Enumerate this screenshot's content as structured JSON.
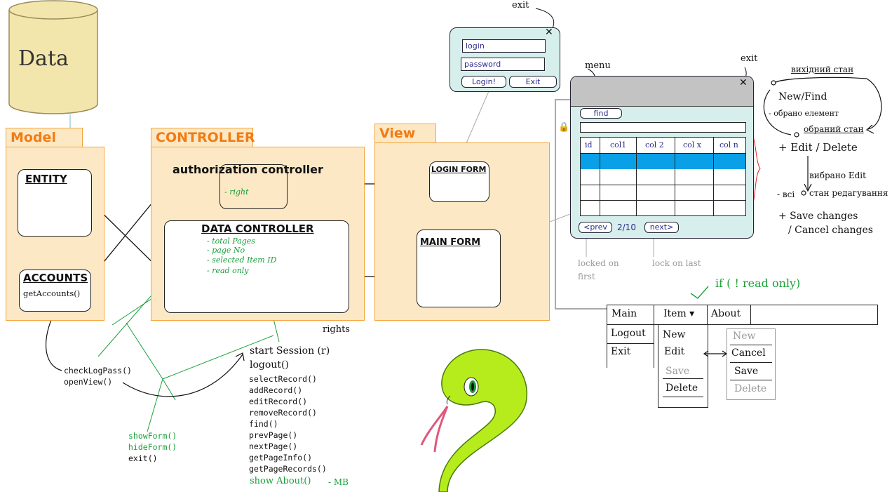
{
  "database": {
    "label": "Data"
  },
  "model": {
    "tab": "Model",
    "entity": "ENTITY",
    "accounts": "ACCOUNTS",
    "accounts_method": "getAccounts()"
  },
  "controller": {
    "tab": "CONTROLLER",
    "auth_title": "authorization controller",
    "auth_item": "- right",
    "data_title": "DATA CONTROLLER",
    "data_fields": [
      "- total Pages",
      "- page No",
      "- selected Item ID",
      "- read only"
    ]
  },
  "view": {
    "tab": "View",
    "login_form": "LOGIN FORM",
    "main_form": "MAIN FORM"
  },
  "login_window": {
    "exit_note": "exit",
    "login_placeholder": "login",
    "password_placeholder": "password",
    "login_button": "Login!",
    "exit_button": "Exit"
  },
  "main_window": {
    "menu_note": "menu",
    "exit_note": "exit",
    "find_button": "find",
    "columns": [
      "id",
      "col1",
      "col 2",
      "col x",
      "col n"
    ],
    "prev_button": "<prev",
    "page_info": "2/10",
    "next_button": "next>",
    "locked_first": "locked on first",
    "lock_last": "lock on last"
  },
  "states": {
    "exit_state": "вихідний стан",
    "new_find": "New/Find",
    "select_element": "- обрано елемент",
    "selected_state": "обраний стан",
    "edit_delete": "+ Edit / Delete",
    "chosen_edit": "вибрано Edit",
    "all_label": "- всі",
    "edit_state": "стан редагування",
    "save_changes": "+ Save changes",
    "cancel_changes": "/ Cancel changes"
  },
  "menubar": {
    "condition": "if ( ! read only)",
    "items": [
      "Main",
      "Item ▾",
      "About"
    ],
    "main_dropdown": [
      "Logout",
      "Exit"
    ],
    "item_dropdown": [
      "New",
      "Edit",
      "Save",
      "Delete"
    ],
    "edit_dropdown": [
      "New",
      "Cancel",
      "Save",
      "Delete"
    ]
  },
  "methods": {
    "auth": [
      "checkLogPass()",
      "openView()"
    ],
    "view": [
      "showForm()",
      "hideForm()",
      "exit()"
    ],
    "rights_note": "rights",
    "data": [
      "start Session (r)",
      "logout()",
      "selectRecord()",
      "addRecord()",
      "editRecord()",
      "removeRecord()",
      "find()",
      "prevPage()",
      "nextPage()",
      "getPageInfo()",
      "getPageRecords()"
    ],
    "about": "show About()",
    "about_note": "- MB"
  },
  "colors": {
    "panel": "#fde8c6",
    "panel_border": "#f3a53a",
    "accent": "#f07c14",
    "selected_row": "#0aa0e8",
    "window": "#d7efec",
    "green": "#1aa03a",
    "cylinder": "#f3e6ac"
  }
}
